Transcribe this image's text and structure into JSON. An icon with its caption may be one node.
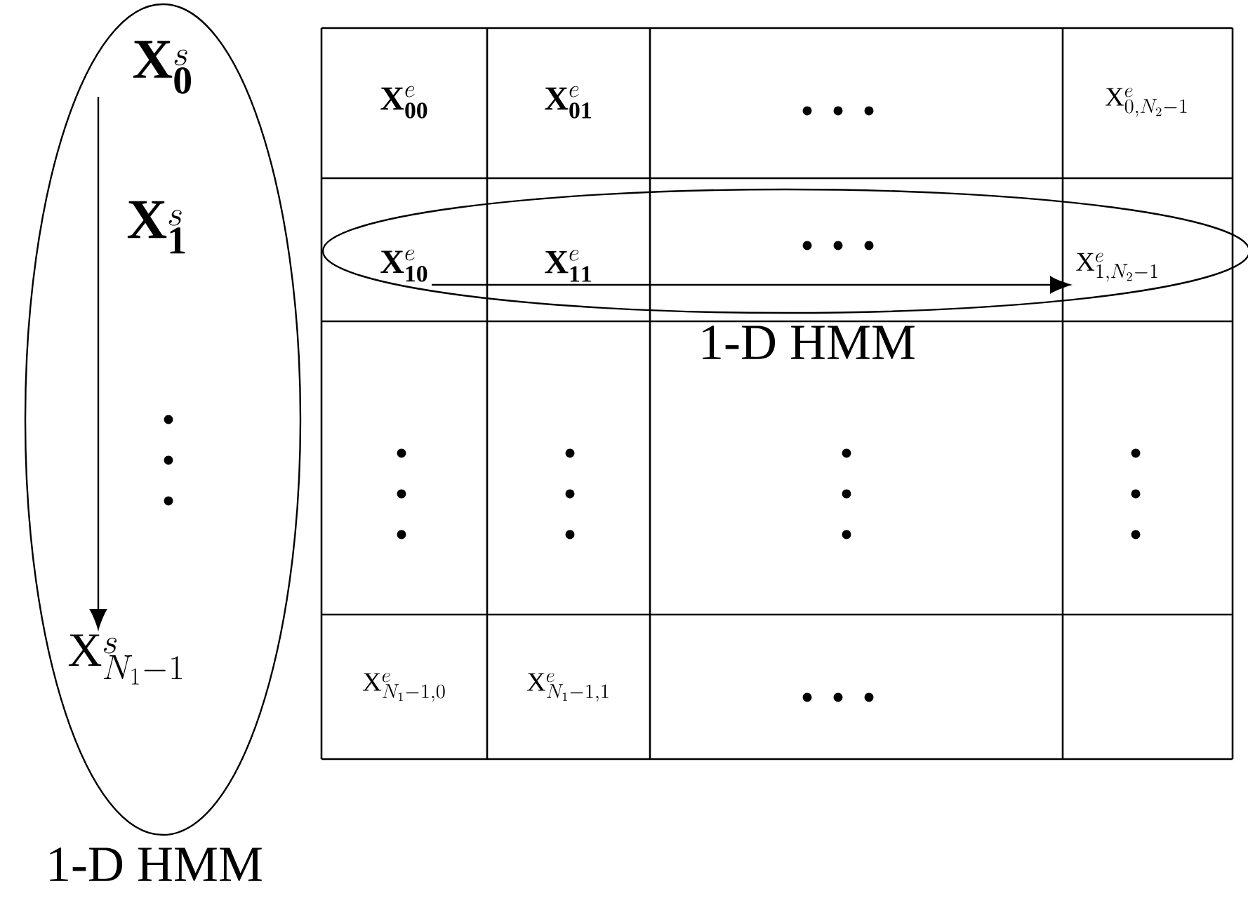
{
  "diagram": {
    "nodes": [
      {
        "text": [
          "1-D HMM"
        ]
      },
      {
        "text": [
          "\\mathbf{X}_{\\mathbf{0}}^{s}"
        ],
        "in": 0
      },
      {
        "text": [
          "\\mathbf{X}_{\\mathbf{1}}^{s}"
        ],
        "in": 0
      },
      {
        "text": [
          "\\mathrm{X}_{N_1-1}^{s}"
        ],
        "in": 0
      },
      {
        "text": [
          "1-D HMM"
        ]
      },
      {
        "text": [
          "\\mathbf{X}_{\\mathbf{10}}^{e}"
        ],
        "in": 4
      },
      {
        "text": [
          "\\mathbf{X}_{\\mathbf{11}}^{e}"
        ],
        "in": 4
      },
      {
        "text": [
          "\\mathrm{X}_{1,N_2-1}^{e}"
        ],
        "in": 4
      }
    ],
    "edges": [
      {
        "from": 1,
        "to": 3,
        "arrow": "to"
      },
      {
        "from": 5,
        "to": 7,
        "arrow": "to"
      }
    ],
    "labels": [
      "\\mathbf{X}_{\\mathbf{00}}^{e}",
      "\\mathbf{X}_{\\mathbf{01}}^{e}",
      "\\mathrm{X}_{0,N_2-1}^{e}",
      "\\mathrm{X}_{N_1-1,0}^{e}",
      "\\mathrm{X}_{N_1-1,1}^{e}"
    ]
  }
}
